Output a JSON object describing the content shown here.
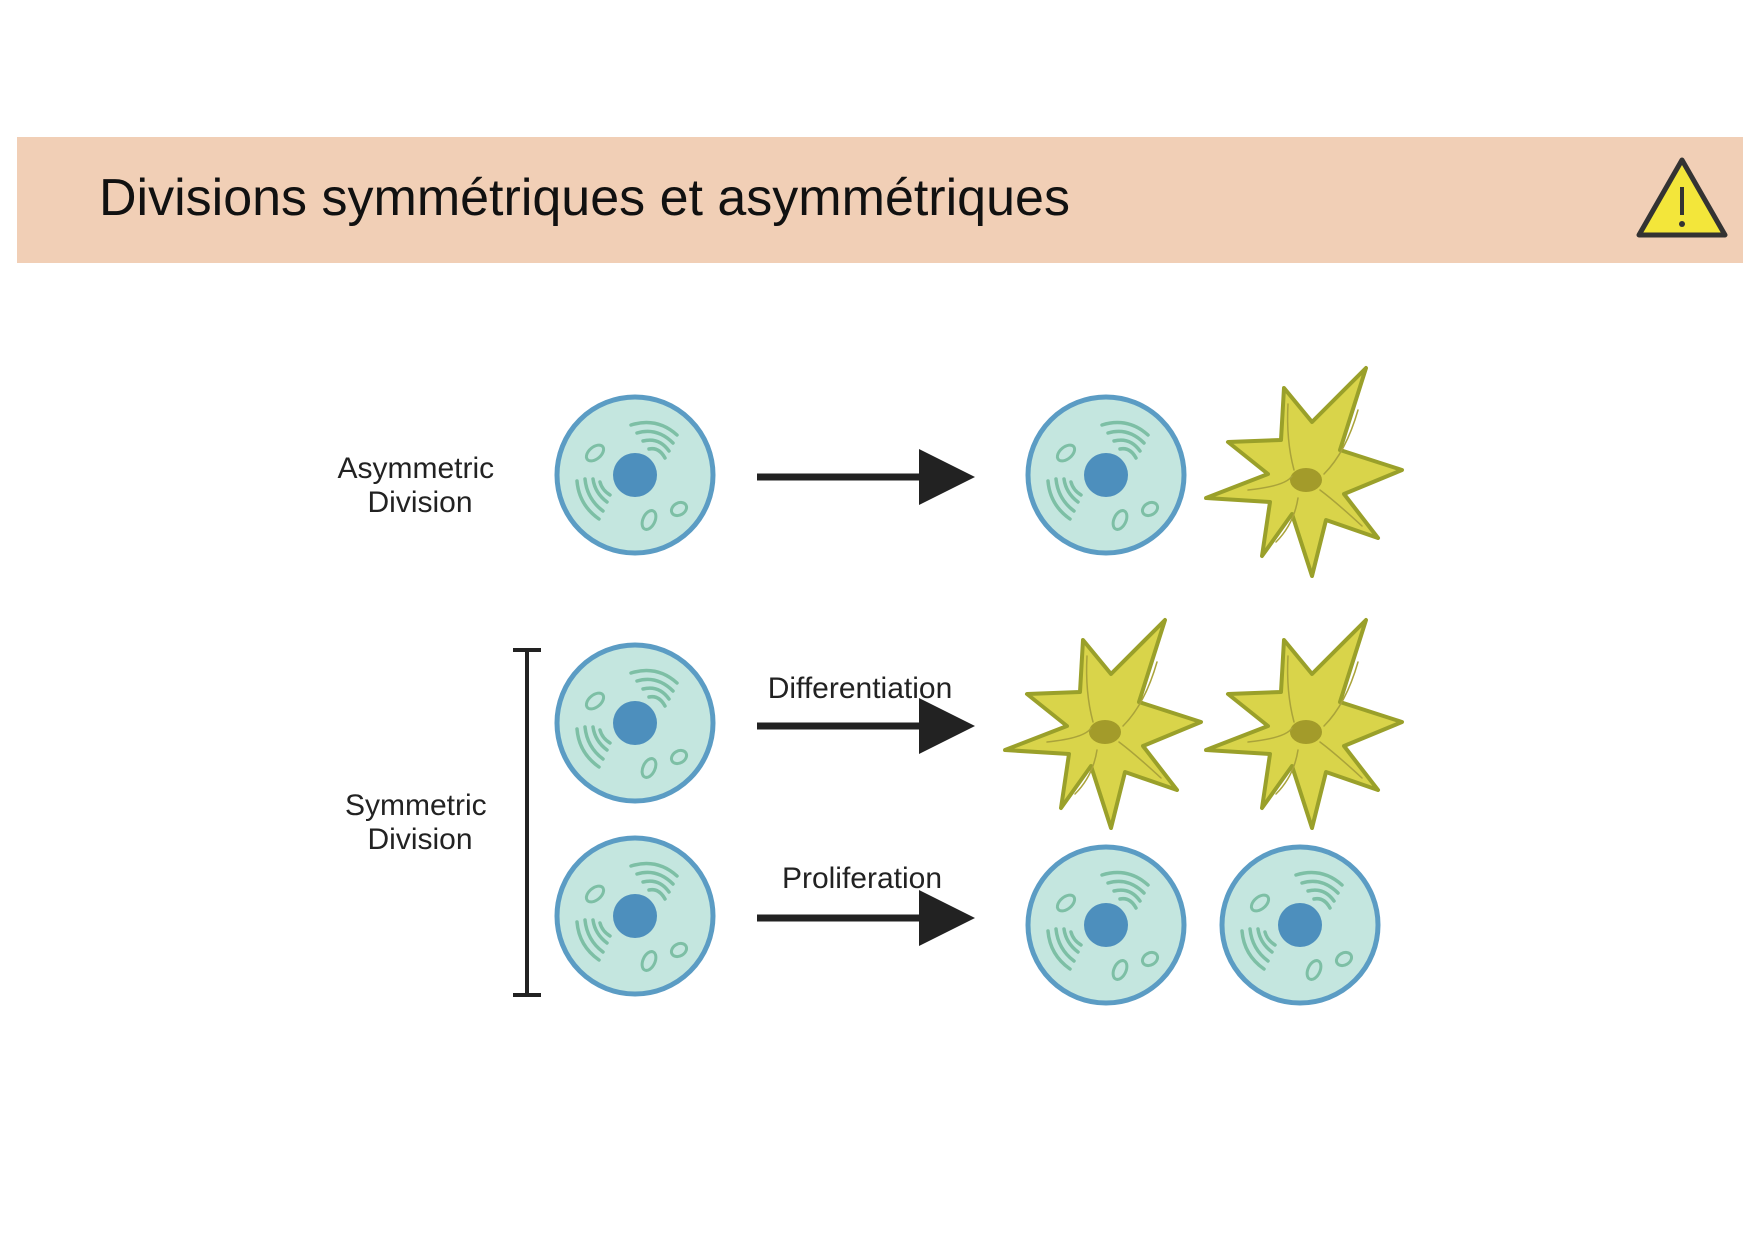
{
  "title": "Divisions symmétriques et asymmétriques",
  "icons": {
    "warning": "warning-triangle-icon"
  },
  "colors": {
    "header_band": "#f1cfb6",
    "stem_cell_fill": "#c4e6df",
    "stem_cell_outline": "#5b9cc4",
    "nucleus": "#4d8fbd",
    "organelle": "#7dbfa5",
    "differentiated_cell_fill": "#d9d44a",
    "differentiated_cell_outline": "#9aa02a",
    "differentiated_nucleus": "#a39b2a",
    "warning_yellow": "#f3e63a"
  },
  "diagram": {
    "asymmetric_label": [
      "Asymmetric",
      "Division"
    ],
    "symmetric_label": [
      "Symmetric",
      "Division"
    ],
    "differentiation_label": "Differentiation",
    "proliferation_label": "Proliferation"
  }
}
